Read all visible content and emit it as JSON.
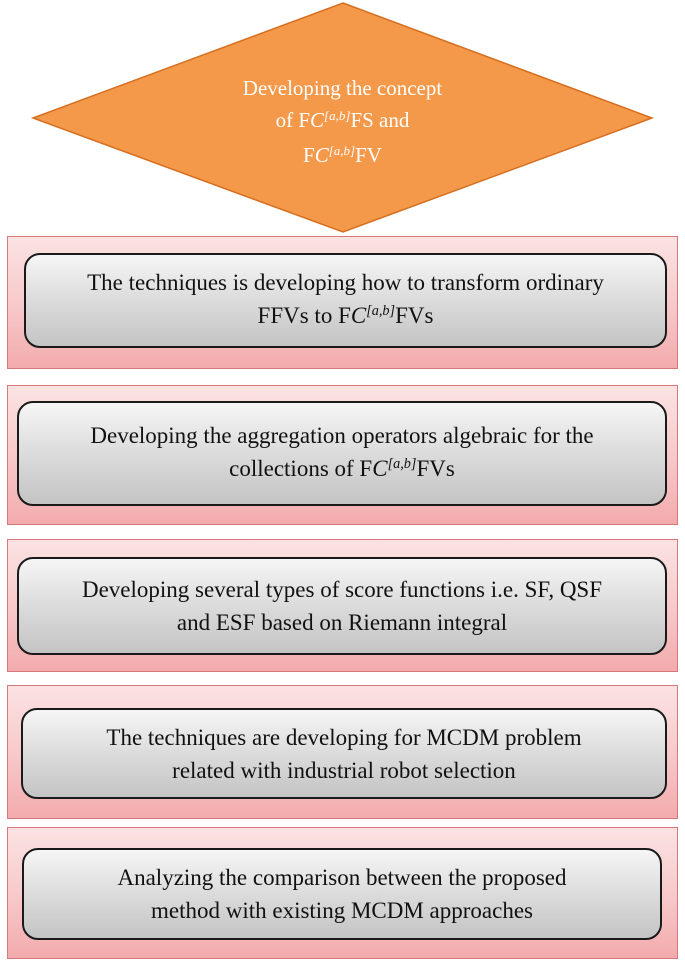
{
  "colors": {
    "diamond_fill": "#f4984a",
    "band_fill": "#f7c7c8",
    "box_fill": "#dedede"
  },
  "diamond": {
    "line1": "Developing the concept",
    "line2_prefix": "of F",
    "symbol": "C",
    "superscript": "[a,b]",
    "line2_suffix": "FS and",
    "line3_prefix": "F",
    "line3_suffix": "FV"
  },
  "steps": [
    {
      "line1": "The techniques is developing how to transform ordinary",
      "line2_prefix": "FFVs to F",
      "symbol": "C",
      "superscript": "[a,b]",
      "line2_suffix": "FVs"
    },
    {
      "line1": "Developing the aggregation operators algebraic for the",
      "line2_prefix": "collections of F",
      "symbol": "C",
      "superscript": "[a,b]",
      "line2_suffix": "FVs"
    },
    {
      "line1": "Developing several types of score functions i.e. SF, QSF",
      "line2": "and ESF based on Riemann integral"
    },
    {
      "line1": "The techniques are developing for MCDM problem",
      "line2": "related with industrial robot selection"
    },
    {
      "line1": "Analyzing the comparison between the proposed",
      "line2": "method with existing MCDM approaches"
    }
  ]
}
